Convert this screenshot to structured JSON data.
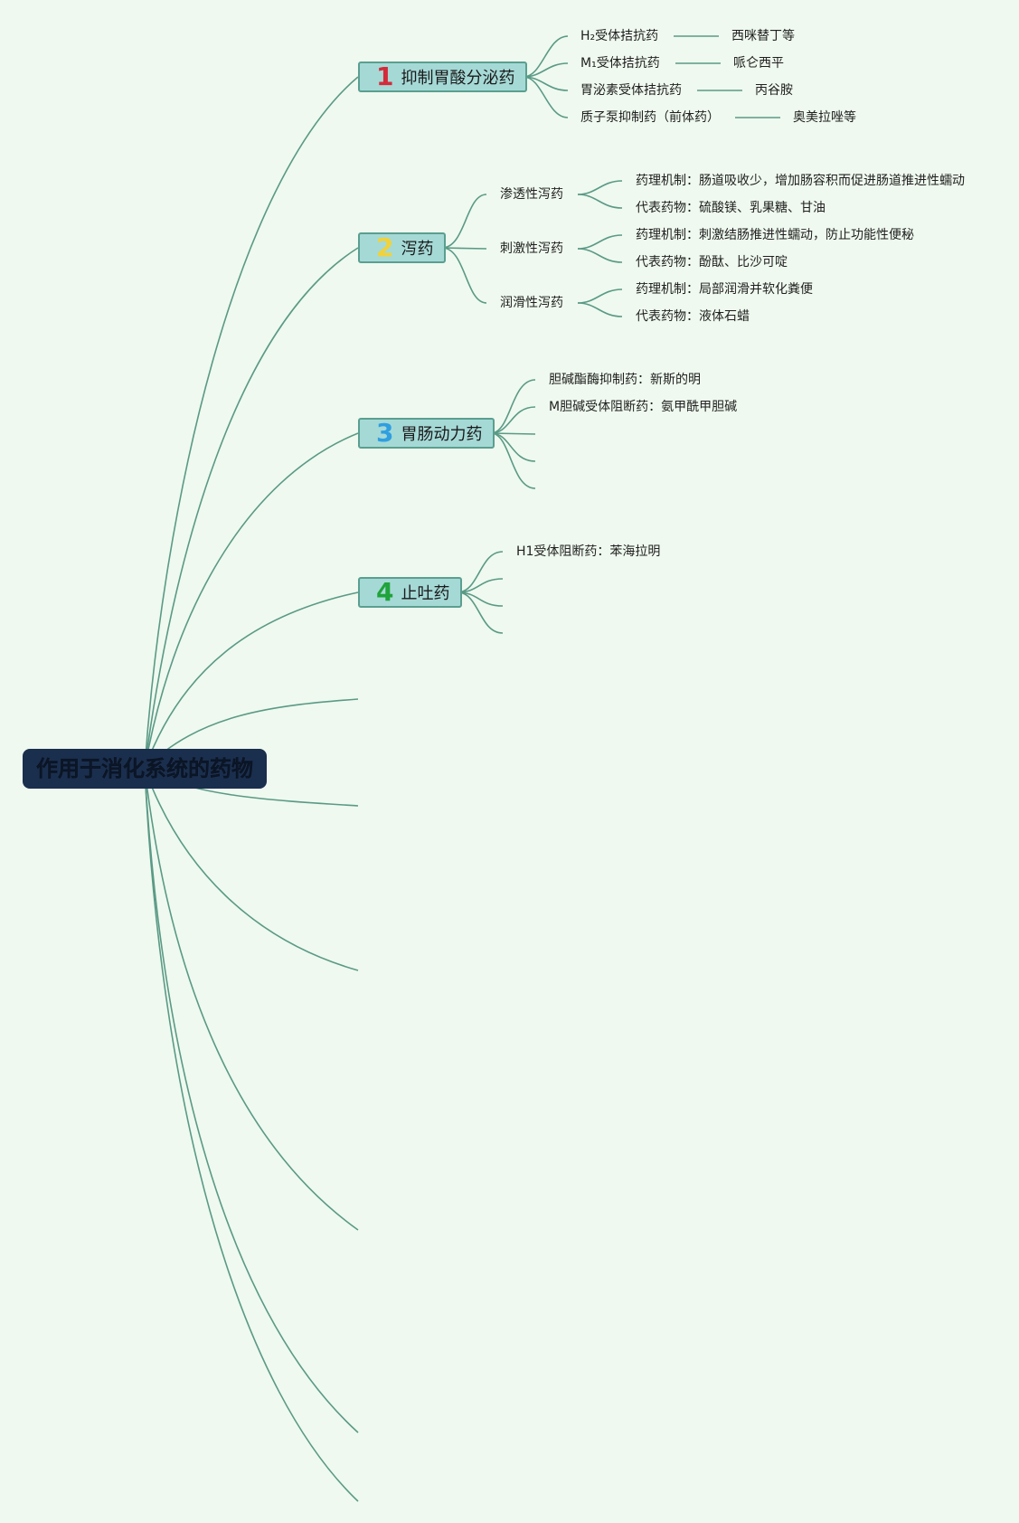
{
  "root": {
    "title": "作用于消化系统的药物"
  },
  "branches": [
    {
      "num": "1",
      "num_color": "#d42a3a",
      "label": "抑制胃酸分泌药",
      "items": [
        {
          "name": "H₂受体拮抗药",
          "example": "西咪替丁等"
        },
        {
          "name": "M₁受体拮抗药",
          "example": "哌仑西平"
        },
        {
          "name": "胃泌素受体拮抗药",
          "example": "丙谷胺"
        },
        {
          "name": "质子泵抑制药（前体药）",
          "example": "奥美拉唑等"
        }
      ]
    },
    {
      "num": "2",
      "num_color": "#f2d23a",
      "label": "泻药",
      "groups": [
        {
          "name": "渗透性泻药",
          "mechanism": "药理机制：肠道吸收少，增加肠容积而促进肠道推进性蠕动",
          "drugs": "代表药物：硫酸镁、乳果糖、甘油"
        },
        {
          "name": "刺激性泻药",
          "mechanism": "药理机制：刺激结肠推进性蠕动，防止功能性便秘",
          "drugs": "代表药物：酚酞、比沙可啶"
        },
        {
          "name": "润滑性泻药",
          "mechanism": "药理机制：局部润滑并软化粪便",
          "drugs": "代表药物：液体石蜡"
        }
      ]
    },
    {
      "num": "3",
      "num_color": "#2f9fe0",
      "label": "胃肠动力药",
      "items": [
        {
          "text": "胆碱酯酶抑制药：新斯的明"
        },
        {
          "text": "M胆碱受体阻断药：氨甲酰甲胆碱"
        }
      ]
    },
    {
      "num": "4",
      "num_color": "#1fa33a",
      "label": "止吐药",
      "items": [
        {
          "text": "H1受体阻断药：苯海拉明"
        }
      ]
    }
  ],
  "colors": {
    "line": "#5a9a86",
    "root_bg": "#1a2e4e",
    "branch_bg": "#a5d9d6",
    "page_bg": "#eff9ef"
  }
}
